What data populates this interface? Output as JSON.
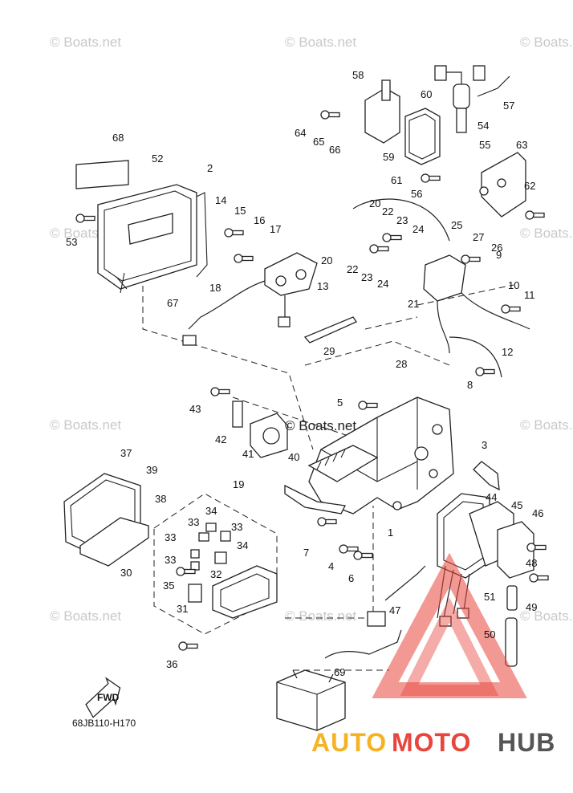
{
  "watermark_text": "© Boats.net",
  "diagram_code": "68JB110-H170",
  "fwd_label": "FWD",
  "brand": {
    "part1": "AUTO",
    "part2": "MOTO",
    "part3": "HUB",
    "color1": "#f5b323",
    "color2": "#e8453c",
    "color3": "#555555"
  },
  "callouts": [
    "1",
    "2",
    "3",
    "4",
    "5",
    "6",
    "7",
    "8",
    "9",
    "10",
    "11",
    "12",
    "13",
    "14",
    "15",
    "16",
    "17",
    "18",
    "19",
    "20",
    "20",
    "21",
    "22",
    "22",
    "23",
    "23",
    "24",
    "24",
    "25",
    "26",
    "27",
    "28",
    "29",
    "30",
    "31",
    "32",
    "33",
    "33",
    "33",
    "33",
    "34",
    "34",
    "35",
    "36",
    "37",
    "38",
    "39",
    "40",
    "41",
    "42",
    "43",
    "44",
    "45",
    "46",
    "47",
    "48",
    "49",
    "50",
    "51",
    "52",
    "53",
    "54",
    "55",
    "56",
    "57",
    "58",
    "59",
    "60",
    "61",
    "62",
    "63",
    "64",
    "65",
    "66",
    "67",
    "68",
    "69"
  ]
}
